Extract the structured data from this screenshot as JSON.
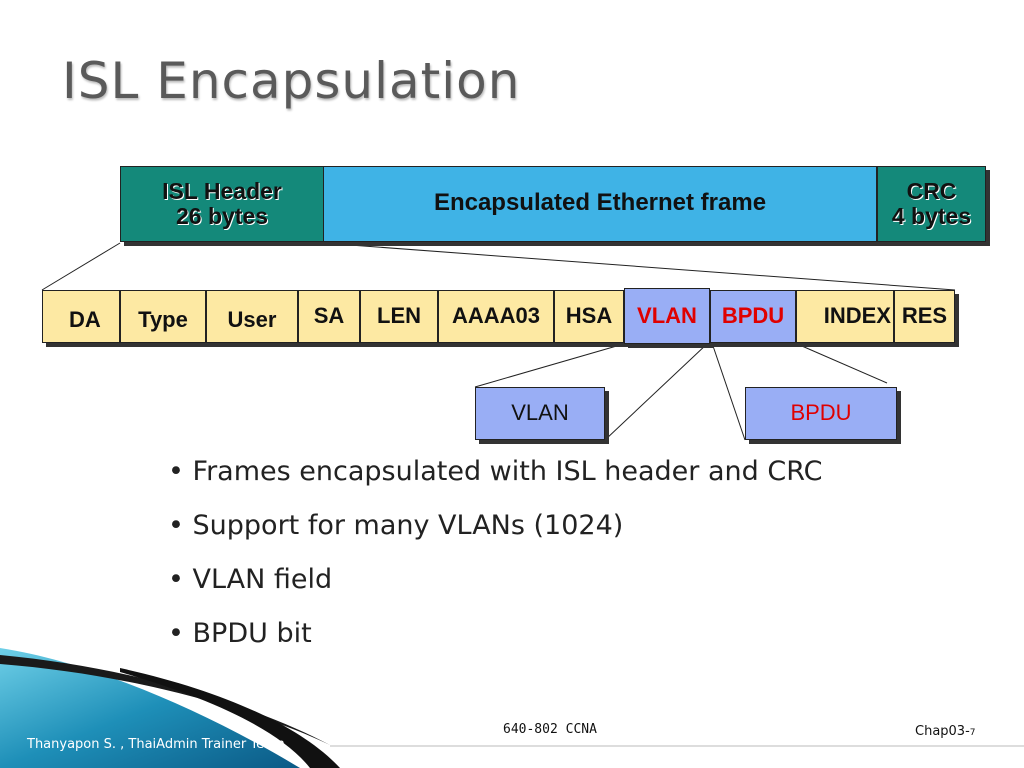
{
  "title": "ISL Encapsulation",
  "frame": {
    "isl_header_line1": "ISL Header",
    "isl_header_line2": "26 bytes",
    "encapsulated": "Encapsulated Ethernet frame",
    "crc_line1": "CRC",
    "crc_line2": "4 bytes"
  },
  "fields": {
    "da": "DA",
    "type": "Type",
    "user": "User",
    "sa": "SA",
    "len": "LEN",
    "aaaa03": "AAAA03",
    "hsa": "HSA",
    "vlan": "VLAN",
    "bpdu": "BPDU",
    "index": "INDEX",
    "res": "RES"
  },
  "callouts": {
    "vlan": "VLAN",
    "bpdu": "BPDU"
  },
  "bullets": [
    "Frames encapsulated with ISL header and CRC",
    "Support for many VLANs (1024)",
    "VLAN field",
    "BPDU bit"
  ],
  "footer": {
    "author": "Thanyapon S. , ThaiAdmin Trainer Team",
    "course": "640-802 CCNA",
    "chapter": "Chap03-",
    "page": "7"
  },
  "colors": {
    "header_teal": "#14897a",
    "frame_blue": "#3fb3e6",
    "field_cream": "#fde9a3",
    "field_lavender": "#99aef5",
    "accent_red": "#e00000"
  }
}
